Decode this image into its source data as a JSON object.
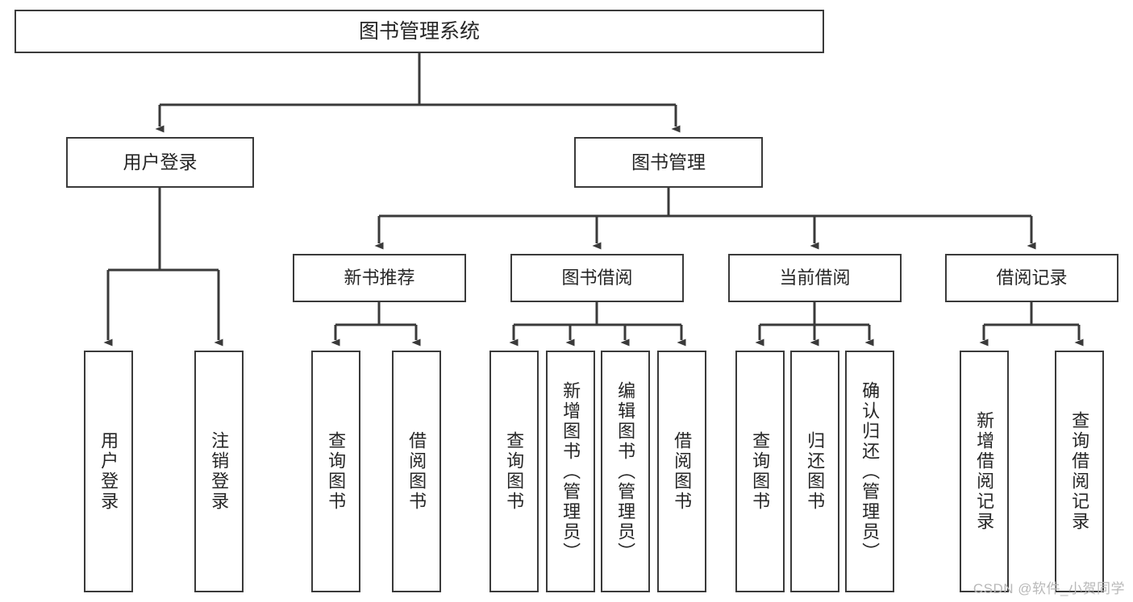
{
  "diagram": {
    "title": "图书管理系统",
    "watermark": "CSDN @软件_小贺同学",
    "root": {
      "label": "图书管理系统"
    },
    "level2": [
      {
        "label": "用户登录"
      },
      {
        "label": "图书管理"
      }
    ],
    "level3": [
      {
        "label": "新书推荐"
      },
      {
        "label": "图书借阅"
      },
      {
        "label": "当前借阅"
      },
      {
        "label": "借阅记录"
      }
    ],
    "leaves": {
      "user_login": [
        {
          "label": "用户登录"
        },
        {
          "label": "注销登录"
        }
      ],
      "new_book": [
        {
          "label": "查询图书"
        },
        {
          "label": "借阅图书"
        }
      ],
      "book_borrow": [
        {
          "label": "查询图书"
        },
        {
          "label": "新增图书（管理员）"
        },
        {
          "label": "编辑图书（管理员）"
        },
        {
          "label": "借阅图书"
        }
      ],
      "current_borrow": [
        {
          "label": "查询图书"
        },
        {
          "label": "归还图书"
        },
        {
          "label": "确认归还（管理员）"
        }
      ],
      "borrow_record": [
        {
          "label": "新增借阅记录"
        },
        {
          "label": "查询借阅记录"
        }
      ]
    },
    "colors": {
      "stroke": "#3a3a3a",
      "text": "#262626",
      "background": "#ffffff",
      "watermark": "#b8b8b8"
    }
  }
}
